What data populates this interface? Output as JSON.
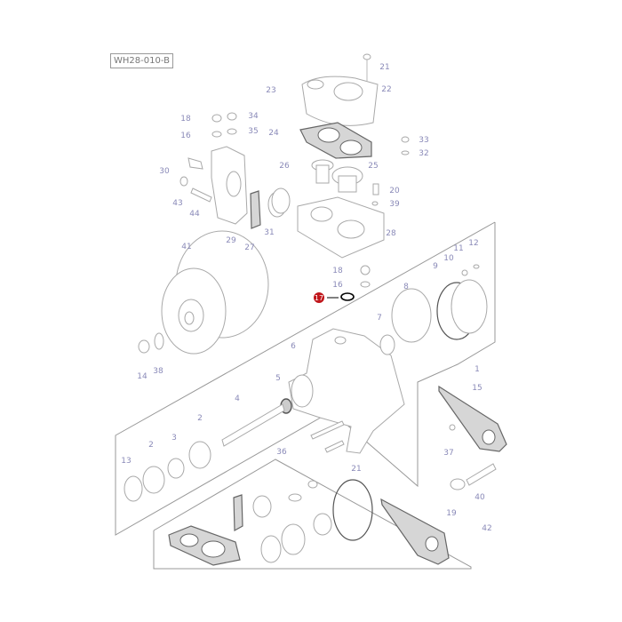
{
  "diagram": {
    "reference_code": "WH28-010-B",
    "highlight_color": "#c0161b",
    "highlighted_callout": "17",
    "callouts": [
      "21",
      "22",
      "23",
      "24",
      "18",
      "34",
      "16",
      "35",
      "33",
      "32",
      "26",
      "25",
      "30",
      "20",
      "39",
      "43",
      "44",
      "29",
      "27",
      "31",
      "28",
      "41",
      "11",
      "12",
      "10",
      "9",
      "18",
      "16",
      "17",
      "8",
      "7",
      "6",
      "14",
      "38",
      "1",
      "5",
      "15",
      "4",
      "2",
      "3",
      "2",
      "13",
      "36",
      "37",
      "21",
      "40",
      "19",
      "42"
    ]
  }
}
